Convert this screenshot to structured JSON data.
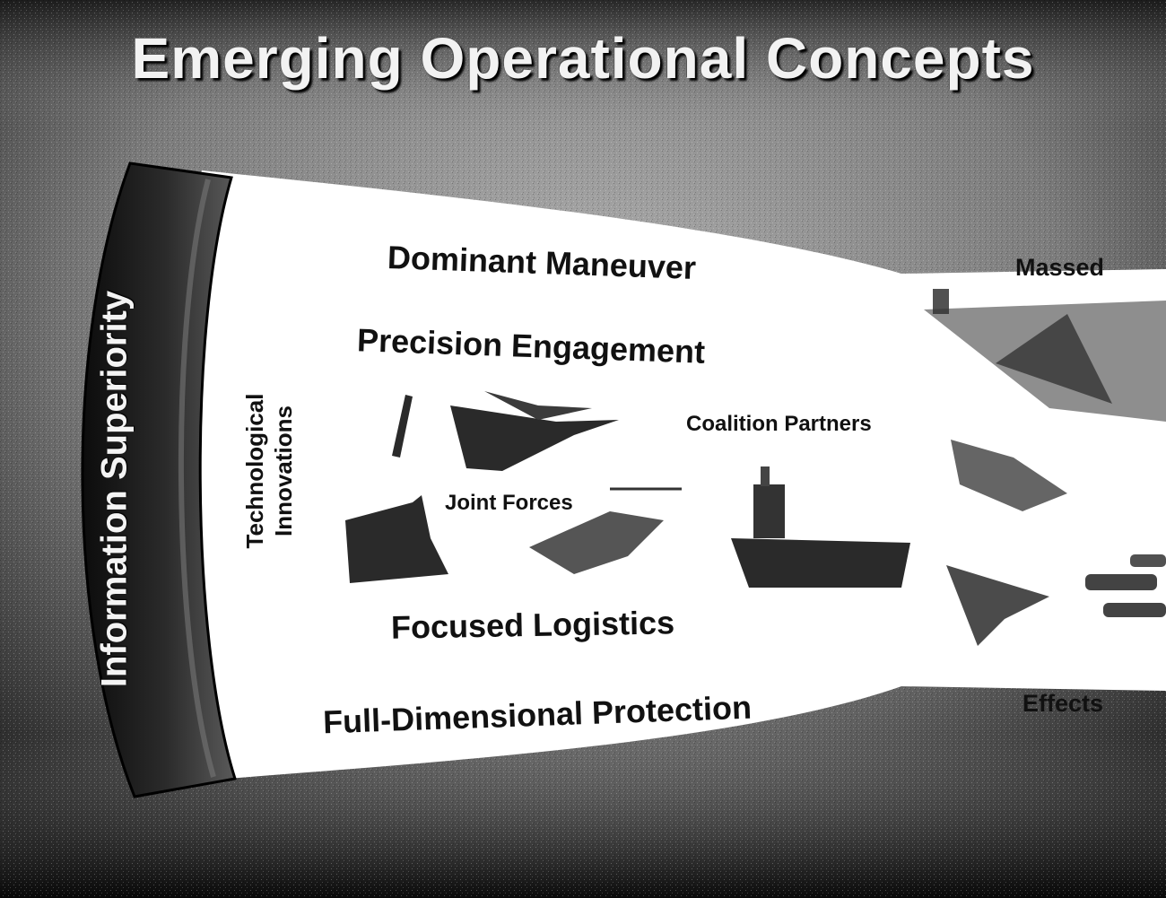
{
  "slide": {
    "title": "Emerging Operational Concepts",
    "arc_label": "Information Superiority",
    "tech_label_line1": "Technological",
    "tech_label_line2": "Innovations",
    "concepts": {
      "dominant_maneuver": "Dominant Maneuver",
      "precision_engagement": "Precision Engagement",
      "focused_logistics": "Focused Logistics",
      "full_dimensional_protection": "Full-Dimensional Protection"
    },
    "joint_forces": "Joint Forces",
    "coalition_partners": "Coalition Partners",
    "massed": "Massed",
    "effects": "Effects"
  },
  "colors": {
    "background_dark": "#141414",
    "background_light": "#9a9a9a",
    "funnel_fill": "#ffffff",
    "arc_dark": "#1a1a1a",
    "text": "#111111",
    "title_text": "#f2f2f2"
  }
}
